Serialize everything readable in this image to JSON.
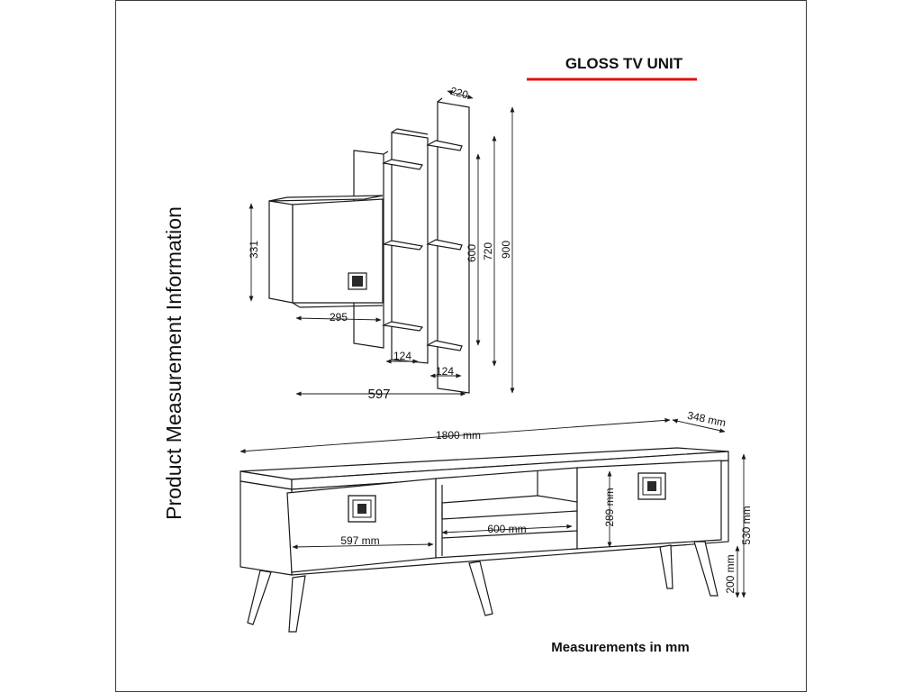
{
  "title": "GLOSS TV UNIT",
  "side_title": "Product Measurement Information",
  "footer": "Measurements in mm",
  "colors": {
    "accent": "#e01010",
    "line": "#1a1a1a"
  },
  "shelf_dims": {
    "depth": "220",
    "cabinet_height": "331",
    "cabinet_width": "295",
    "height_short": "600",
    "height_mid": "720",
    "height_tall": "900",
    "gap_left": "124",
    "gap_right": "124",
    "total_width": "597"
  },
  "unit_dims": {
    "length": "1800 mm",
    "depth": "348 mm",
    "door_width": "597 mm",
    "open_width": "600 mm",
    "inner_height": "289 mm",
    "total_height": "530 mm",
    "leg_height": "200 mm"
  }
}
